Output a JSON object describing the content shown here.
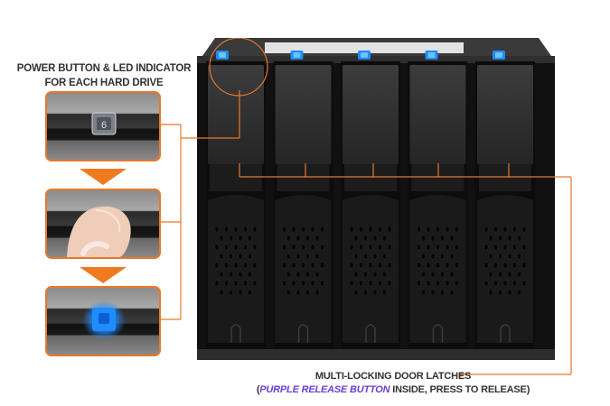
{
  "callouts": {
    "power_button": {
      "line1": "POWER BUTTON & LED INDICATOR",
      "line2": "FOR EACH HARD DRIVE"
    },
    "door_latches": {
      "line1": "MULTI-LOCKING DOOR LATCHES",
      "line2_prefix": "(",
      "line2_highlight": "PURPLE RELEASE BUTTON",
      "line2_suffix": " INSIDE, PRESS TO RELEASE)"
    }
  },
  "steps": [
    {
      "state": "led-off"
    },
    {
      "state": "finger-press"
    },
    {
      "state": "led-on"
    }
  ],
  "colors": {
    "accent": "#e8782a",
    "led": "#1e8cff",
    "highlight": "#6a3fd6"
  },
  "bay_count": 5
}
